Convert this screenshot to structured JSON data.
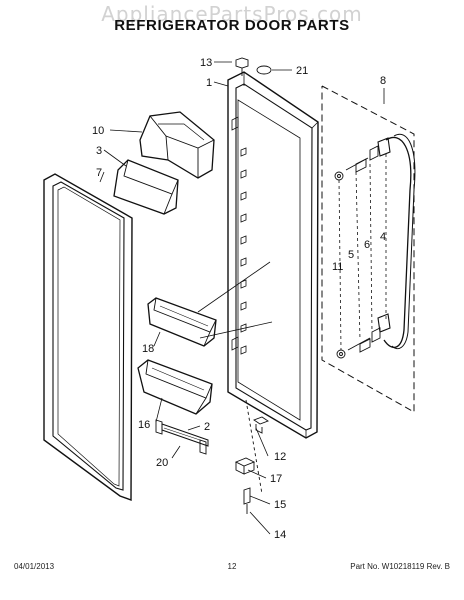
{
  "watermark": "AppliancePartsPros.com",
  "title": "REFRIGERATOR DOOR PARTS",
  "callouts": [
    "13",
    "21",
    "1",
    "8",
    "10",
    "3",
    "7",
    "5",
    "6",
    "4",
    "11",
    "18",
    "16",
    "2",
    "20",
    "12",
    "17",
    "15",
    "14"
  ],
  "footer": {
    "date": "04/01/2013",
    "page": "12",
    "part_no": "Part No.  W10218119  Rev. B"
  }
}
